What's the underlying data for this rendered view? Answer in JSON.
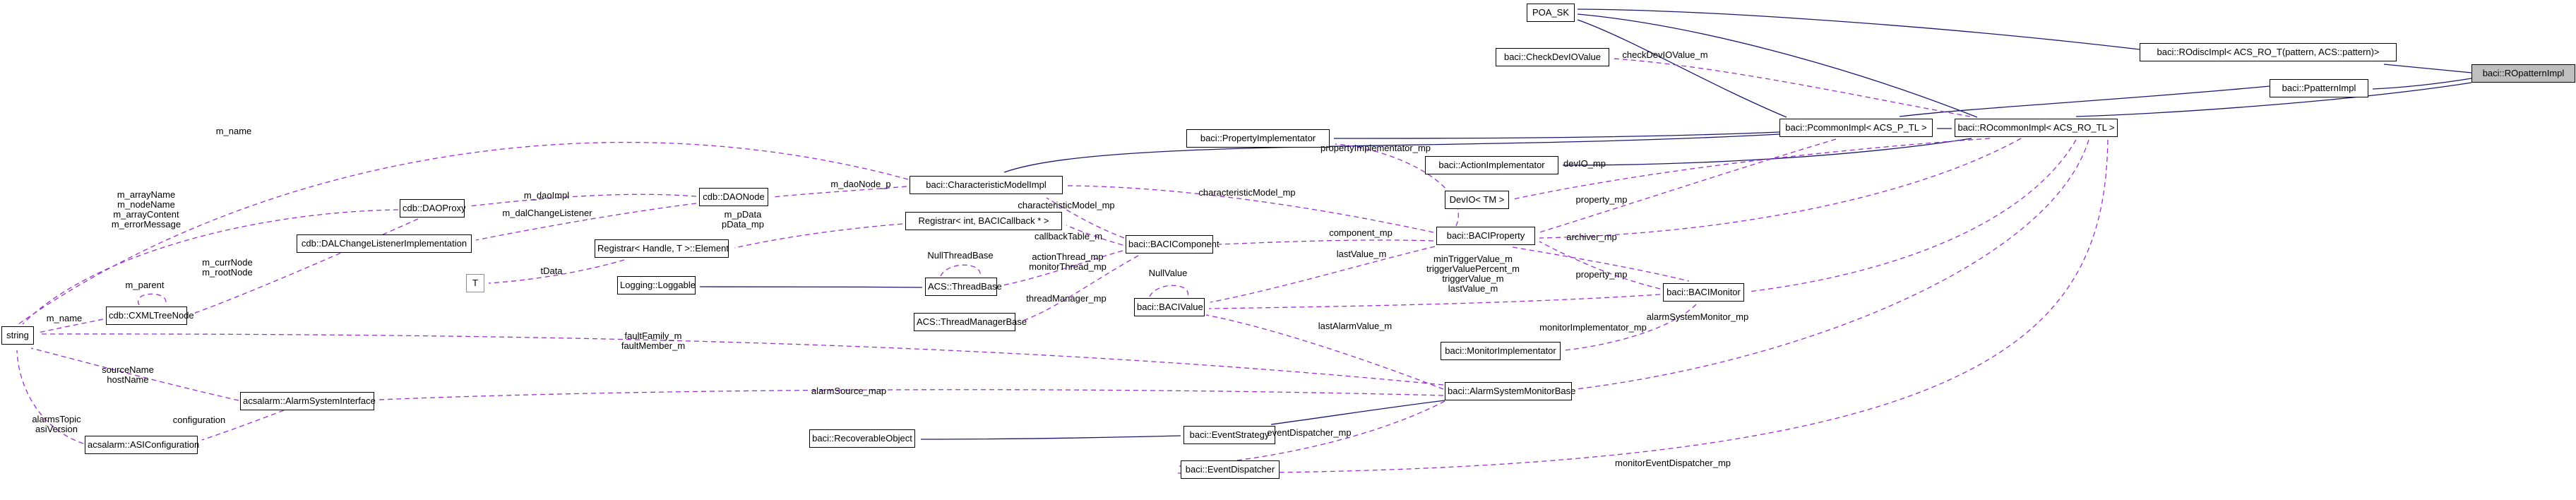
{
  "diagram": {
    "kind": "doxygen-collaboration-graph",
    "colors": {
      "inheritance_edge": "#191970",
      "usage_edge": "#9a32cd",
      "node_border": "#000000",
      "node_background": "#ffffff",
      "highlight_background": "#bfbfbf",
      "text": "#000000"
    },
    "nodes": [
      {
        "id": "poa-sk",
        "label": "POA_SK"
      },
      {
        "id": "check-devio-value",
        "label": "baci::CheckDevIOValue"
      },
      {
        "id": "rodiscimpl",
        "label": "baci::ROdiscImpl< ACS_RO_T(pattern, ACS::pattern)>"
      },
      {
        "id": "ppatternimpl",
        "label": "baci::PpatternImpl"
      },
      {
        "id": "ropatternimpl",
        "label": "baci::ROpatternImpl",
        "highlighted": true
      },
      {
        "id": "pcommonimpl",
        "label": "baci::PcommonImpl< ACS_P_TL >"
      },
      {
        "id": "rocommonimpl",
        "label": "baci::ROcommonImpl< ACS_RO_TL >"
      },
      {
        "id": "property-implementator",
        "label": "baci::PropertyImplementator"
      },
      {
        "id": "action-implementator",
        "label": "baci::ActionImplementator"
      },
      {
        "id": "devio-tm",
        "label": "DevIO< TM >"
      },
      {
        "id": "baciproperty",
        "label": "baci::BACIProperty"
      },
      {
        "id": "characteristic-model-impl",
        "label": "baci::CharacteristicModelImpl"
      },
      {
        "id": "registrar-int-bacicallback",
        "label": "Registrar< int, BACICallback * >"
      },
      {
        "id": "daonode",
        "label": "cdb::DAONode"
      },
      {
        "id": "daoproxy",
        "label": "cdb::DAOProxy"
      },
      {
        "id": "dalchangelistener-implementation",
        "label": "cdb::DALChangeListenerImplementation"
      },
      {
        "id": "t-param",
        "label": "T"
      },
      {
        "id": "cxmltreenode",
        "label": "cdb::CXMLTreeNode"
      },
      {
        "id": "string",
        "label": "string"
      },
      {
        "id": "registrar-handle-element",
        "label": "Registrar< Handle, T >::Element"
      },
      {
        "id": "loggable",
        "label": "Logging::Loggable"
      },
      {
        "id": "threadbase",
        "label": "ACS::ThreadBase"
      },
      {
        "id": "threadmanagerbase",
        "label": "ACS::ThreadManagerBase"
      },
      {
        "id": "bacicomponent",
        "label": "baci::BACIComponent"
      },
      {
        "id": "bacivalue",
        "label": "baci::BACIValue"
      },
      {
        "id": "bacimonitor",
        "label": "baci::BACIMonitor"
      },
      {
        "id": "monitor-implementator",
        "label": "baci::MonitorImplementator"
      },
      {
        "id": "alarm-system-monitor-base",
        "label": "baci::AlarmSystemMonitorBase"
      },
      {
        "id": "alarm-system-interface",
        "label": "acsalarm::AlarmSystemInterface"
      },
      {
        "id": "asi-configuration",
        "label": "acsalarm::ASIConfiguration"
      },
      {
        "id": "recoverable-object",
        "label": "baci::RecoverableObject"
      },
      {
        "id": "event-strategy",
        "label": "baci::EventStrategy"
      },
      {
        "id": "event-dispatcher",
        "label": "baci::EventDispatcher"
      }
    ],
    "edge_labels": [
      {
        "text": "checkDevIOValue_m"
      },
      {
        "text": "m_name"
      },
      {
        "text": "m_arrayName\nm_nodeName\nm_arrayContent\nm_errorMessage"
      },
      {
        "text": "m_currNode\nm_rootNode"
      },
      {
        "text": "m_parent"
      },
      {
        "text": "m_name"
      },
      {
        "text": "m_daoImpl"
      },
      {
        "text": "m_dalChangeListener"
      },
      {
        "text": "m_daoNode_p"
      },
      {
        "text": "m_pData\npData_mp"
      },
      {
        "text": "tData"
      },
      {
        "text": "NullThreadBase"
      },
      {
        "text": "characteristicModel_mp"
      },
      {
        "text": "characteristicModel_mp"
      },
      {
        "text": "callbackTable_m"
      },
      {
        "text": "actionThread_mp\nmonitorThread_mp"
      },
      {
        "text": "threadManager_mp"
      },
      {
        "text": "NullValue"
      },
      {
        "text": "propertyImplementator_mp"
      },
      {
        "text": "component_mp"
      },
      {
        "text": "lastValue_m"
      },
      {
        "text": "minTriggerValue_m\ntriggerValuePercent_m\ntriggerValue_m\nlastValue_m"
      },
      {
        "text": "devIO_mp"
      },
      {
        "text": "property_mp"
      },
      {
        "text": "archiver_mp"
      },
      {
        "text": "property_mp"
      },
      {
        "text": "alarmSystemMonitor_mp"
      },
      {
        "text": "monitorImplementator_mp"
      },
      {
        "text": "lastAlarmValue_m"
      },
      {
        "text": "faultFamily_m\nfaultMember_m"
      },
      {
        "text": "alarmSource_map"
      },
      {
        "text": "sourceName\nhostName"
      },
      {
        "text": "alarmsTopic\nasiVersion"
      },
      {
        "text": "configuration"
      },
      {
        "text": "eventDispatcher_mp"
      },
      {
        "text": "monitorEventDispatcher_mp"
      }
    ]
  }
}
